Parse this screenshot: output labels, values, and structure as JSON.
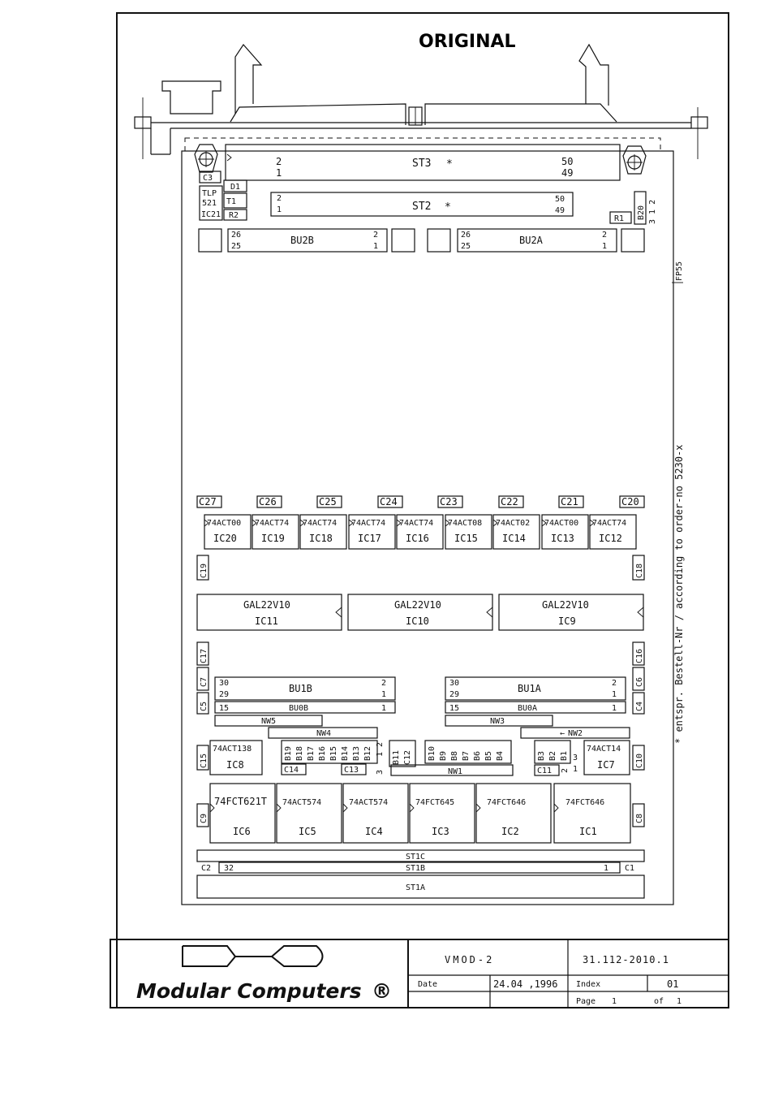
{
  "header": {
    "stamp": "ORIGINAL"
  },
  "connectors_top": {
    "st3": {
      "label": "ST3",
      "star": "*",
      "pin_tl": "2",
      "pin_bl": "1",
      "pin_tr": "50",
      "pin_br": "49"
    },
    "st2": {
      "label": "ST2",
      "star": "*",
      "pin_tl": "2",
      "pin_bl": "1",
      "pin_tr": "50",
      "pin_br": "49"
    },
    "c3": "C3",
    "d1": "D1",
    "t1": "T1",
    "tlp1": "TLP",
    "tlp2": "521",
    "ic21": "IC21",
    "r2": "R2",
    "r1": "R1",
    "b20": "B20",
    "b20_pins": "3 1 2",
    "fp55": "FP55"
  },
  "bu2b": {
    "label": "BU2B",
    "pin_tl": "26",
    "pin_bl": "25",
    "pin_tr": "2",
    "pin_br": "1"
  },
  "bu2a": {
    "label": "BU2A",
    "pin_tl": "26",
    "pin_bl": "25",
    "pin_tr": "2",
    "pin_br": "1"
  },
  "side_note": "* entspr. Bestell-Nr / according to order-no 5230-x",
  "caps_row": [
    "C27",
    "C26",
    "C25",
    "C24",
    "C23",
    "C22",
    "C21",
    "C20"
  ],
  "ic_row": [
    {
      "type": "74ACT00",
      "id": "IC20"
    },
    {
      "type": "74ACT74",
      "id": "IC19"
    },
    {
      "type": "74ACT74",
      "id": "IC18"
    },
    {
      "type": "74ACT74",
      "id": "IC17"
    },
    {
      "type": "74ACT74",
      "id": "IC16"
    },
    {
      "type": "74ACT08",
      "id": "IC15"
    },
    {
      "type": "74ACT02",
      "id": "IC14"
    },
    {
      "type": "74ACT00",
      "id": "IC13"
    },
    {
      "type": "74ACT74",
      "id": "IC12"
    }
  ],
  "c19": "C19",
  "c18": "C18",
  "gal_row": [
    {
      "type": "GAL22V10",
      "id": "IC11"
    },
    {
      "type": "GAL22V10",
      "id": "IC10"
    },
    {
      "type": "GAL22V10",
      "id": "IC9"
    }
  ],
  "left_caps": {
    "c17": "C17",
    "c7": "C7",
    "c5": "C5"
  },
  "right_caps": {
    "c16": "C16",
    "c6": "C6",
    "c4": "C4"
  },
  "bu1b": {
    "label": "BU1B",
    "pin_tl": "30",
    "pin_bl": "29",
    "pin_tr": "2",
    "pin_br": "1"
  },
  "bu1a": {
    "label": "BU1A",
    "pin_tl": "30",
    "pin_bl": "29",
    "pin_tr": "2",
    "pin_br": "1"
  },
  "bu0b": {
    "label": "BU0B",
    "pin_l": "15",
    "pin_r": "1"
  },
  "bu0a": {
    "label": "BU0A",
    "pin_l": "15",
    "pin_r": "1"
  },
  "nw5": "NW5",
  "nw4": "NW4",
  "nw3": "NW3",
  "nw2": "NW2",
  "nw2_arrow": "←",
  "nw1": "NW1",
  "ic8": {
    "type": "74ACT138",
    "id": "IC8"
  },
  "ic7": {
    "type": "74ACT14",
    "id": "IC7"
  },
  "jumpers_left": [
    "B19",
    "B18",
    "B17",
    "B16",
    "B15",
    "B14",
    "B13",
    "B12"
  ],
  "jumpers_mid": [
    "B11",
    "C12"
  ],
  "jumpers_right": [
    "B10",
    "B9",
    "B8",
    "B7",
    "B6",
    "B5",
    "B4"
  ],
  "jumpers_far": [
    "B3",
    "B2",
    "B1"
  ],
  "small_labels": {
    "c15": "C15",
    "c14": "C14",
    "c13": "C13",
    "c11": "C11",
    "c10": "C10",
    "c9": "C9",
    "c8": "C8",
    "pin3": "3",
    "pin12": "1 2",
    "pin2": "2",
    "pin3b": "3",
    "pin1": "1"
  },
  "bottom_ics": [
    {
      "type": "74FCT621T",
      "id": "IC6"
    },
    {
      "type": "74ACT574",
      "id": "IC5"
    },
    {
      "type": "74ACT574",
      "id": "IC4"
    },
    {
      "type": "74FCT645",
      "id": "IC3"
    },
    {
      "type": "74FCT646",
      "id": "IC2"
    },
    {
      "type": "74FCT646",
      "id": "IC1"
    }
  ],
  "st1": {
    "c": "ST1C",
    "b": "ST1B",
    "a": "ST1A",
    "c2": "C2",
    "c1": "C1",
    "pin32": "32",
    "pin1": "1"
  },
  "title_block": {
    "company": "Modular Computers",
    "reg": "®",
    "product": "VMOD-2",
    "drawing_no": "31.112-2010.1",
    "date_label": "Date",
    "date_value": "24.04 ,1996",
    "index_label": "Index",
    "index_value": "01",
    "page_label": "Page",
    "page_value": "1",
    "of_label": "of",
    "of_value": "1"
  }
}
